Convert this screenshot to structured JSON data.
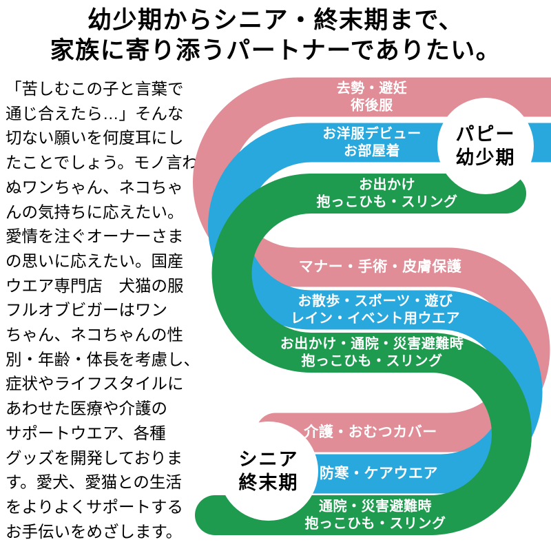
{
  "title": {
    "line1": "幼少期からシニア・終末期まで、",
    "line2": "家族に寄り添うパートナーでありたい。"
  },
  "intro": {
    "lines": [
      "「苦しむこの子と言葉で",
      "通じ合えたら…」そんな",
      "切ない願いを何度耳にし",
      "たことでしょう。モノ言わ",
      "ぬワンちゃん、ネコちゃ",
      "んの気持ちに応えたい。",
      "愛情を注ぐオーナーさま",
      "の思いに応えたい。国産",
      "ウエア専門店　犬猫の服",
      "フルオブビガーはワン",
      "ちゃん、ネコちゃんの性",
      "別・年齢・体長を考慮し、",
      "症状やライフスタイルに",
      "あわせた医療や介護の",
      "サポートウエア、各種",
      "グッズを開発しておりま",
      "す。愛犬、愛猫との生活",
      "をよりよくサポートする",
      "お手伝いをめざします。"
    ]
  },
  "diagram": {
    "colors": {
      "pink": "#e18d97",
      "blue": "#29a8dd",
      "green": "#1f9b50",
      "stage_circle": "#ffffff",
      "band_text": "#ffffff",
      "stage_text": "#000000"
    },
    "stages": {
      "puppy": {
        "line1": "パピー",
        "line2": "幼少期"
      },
      "senior": {
        "line1": "シニア",
        "line2": "終末期"
      }
    },
    "bands": [
      {
        "color": "pink",
        "line1": "去勢・避妊",
        "line2": "術後服"
      },
      {
        "color": "blue",
        "line1": "お洋服デビュー",
        "line2": "お部屋着"
      },
      {
        "color": "green",
        "line1": "お出かけ",
        "line2": "抱っこひも・スリング"
      },
      {
        "color": "pink",
        "line1": "マナー・手術・皮膚保護"
      },
      {
        "color": "blue",
        "line1": "お散歩・スポーツ・遊び",
        "line2": "レイン・イベント用ウエア"
      },
      {
        "color": "green",
        "line1": "お出かけ・通院・災害避難時",
        "line2": "抱っこひも・スリング"
      },
      {
        "color": "pink",
        "line1": "介護・おむつカバー"
      },
      {
        "color": "blue",
        "line1": "防寒・ケアウエア"
      },
      {
        "color": "green",
        "line1": "通院・災害避難時",
        "line2": "抱っこひも・スリング"
      }
    ]
  }
}
